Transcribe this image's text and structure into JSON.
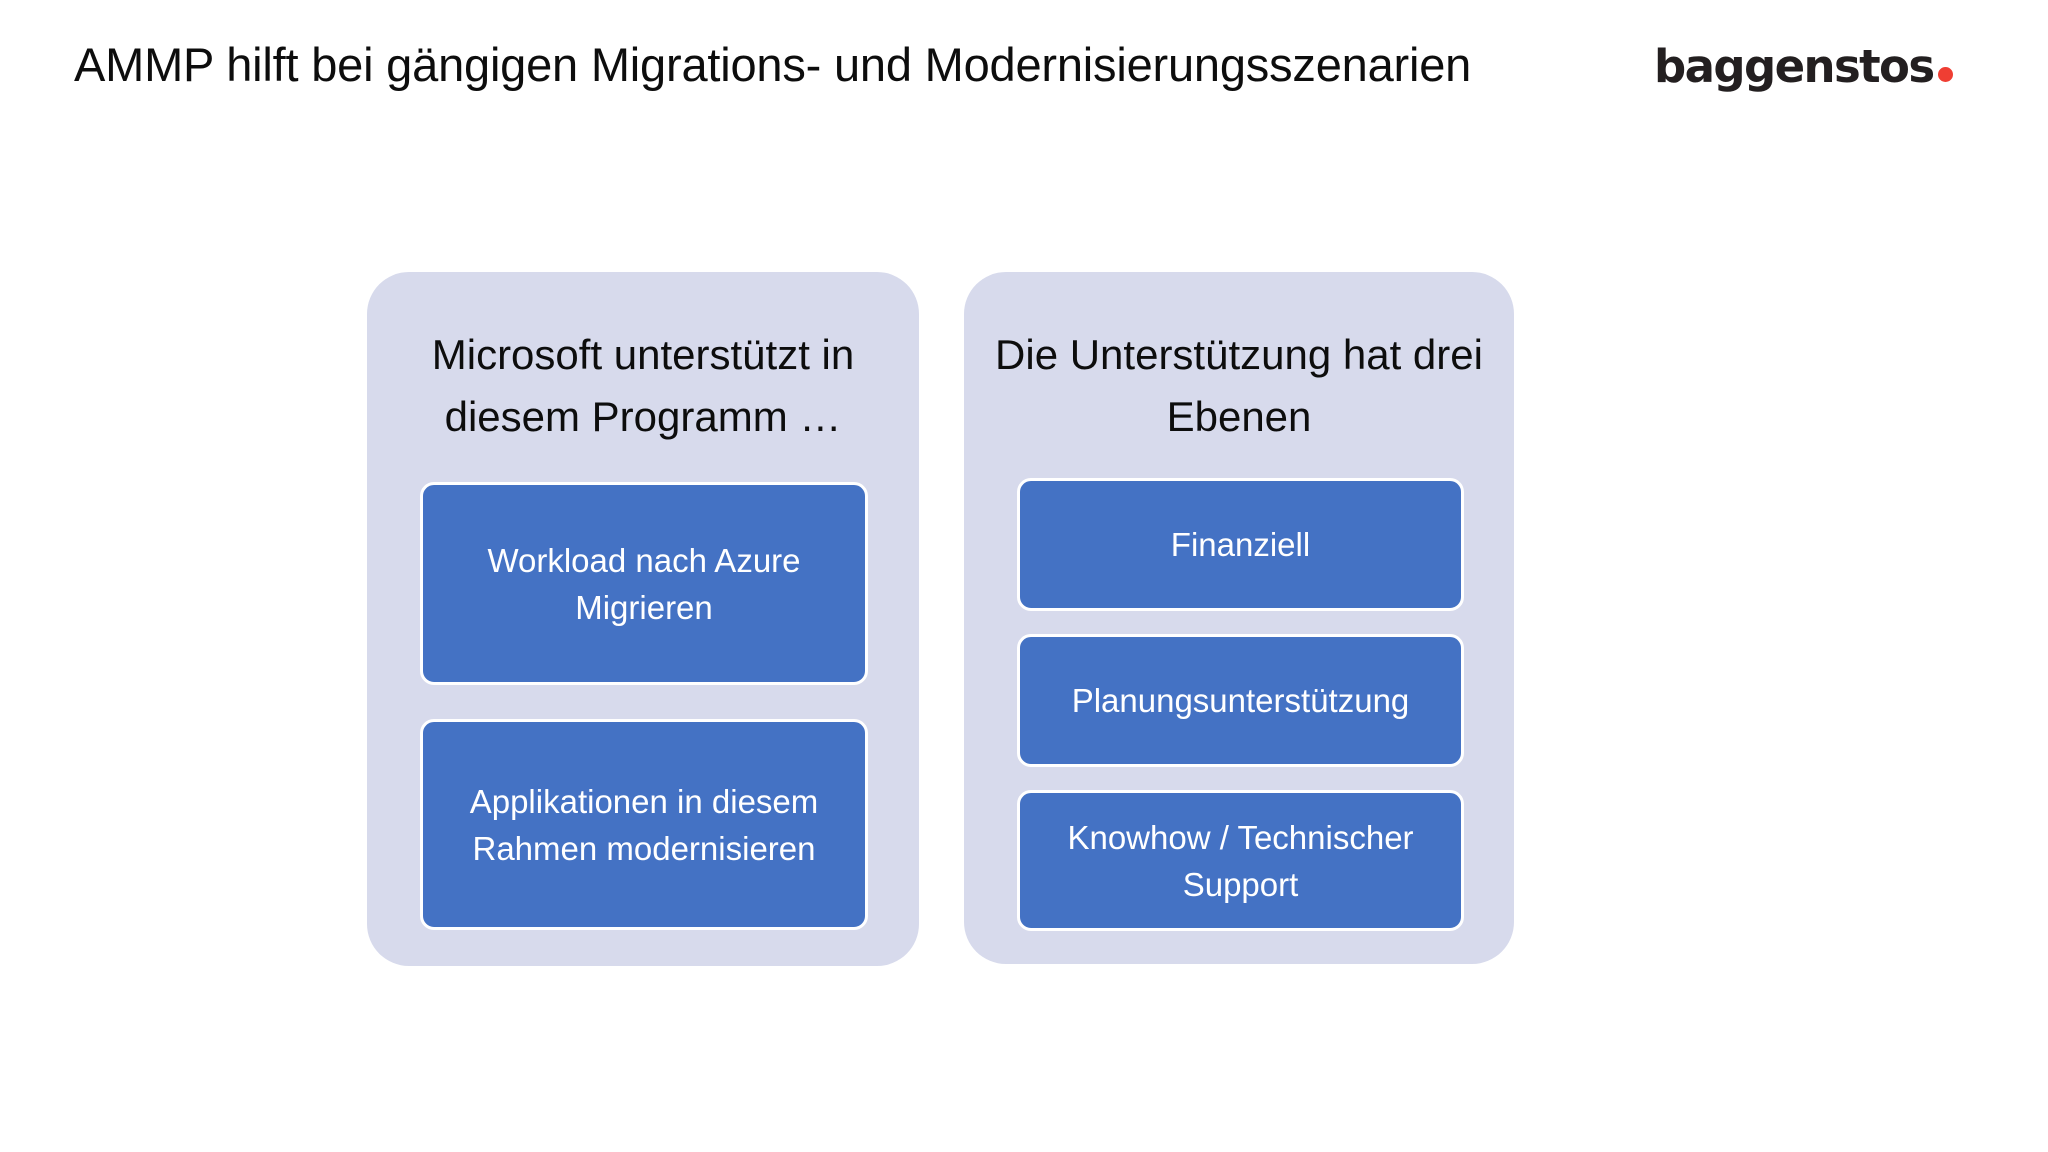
{
  "slide": {
    "title": "AMMP hilft bei gängigen Migrations- und Modernisierungsszenarien",
    "background_color": "#ffffff"
  },
  "brand": {
    "name": "baggenstos",
    "dot": "",
    "text_color": "#231f20",
    "dot_color": "#ef3e33"
  },
  "colors": {
    "card_background": "#d7daec",
    "block_fill": "#4472c4",
    "block_border": "#ffffff",
    "block_text": "#ffffff",
    "heading_text": "#0d0d0d"
  },
  "cards": [
    {
      "id": "microsoft-support",
      "heading": "Microsoft unterstützt in diesem Programm …",
      "blocks": [
        {
          "id": "migrate",
          "label": "Workload nach Azure Migrieren"
        },
        {
          "id": "modernize",
          "label": "Applikationen in diesem Rahmen modernisieren"
        }
      ]
    },
    {
      "id": "support-levels",
      "heading": "Die Unterstützung hat drei Ebenen",
      "blocks": [
        {
          "id": "financial",
          "label": "Finanziell"
        },
        {
          "id": "planning",
          "label": "Planungsunterstützung"
        },
        {
          "id": "knowhow",
          "label": "Knowhow / Technischer Support"
        }
      ]
    }
  ]
}
